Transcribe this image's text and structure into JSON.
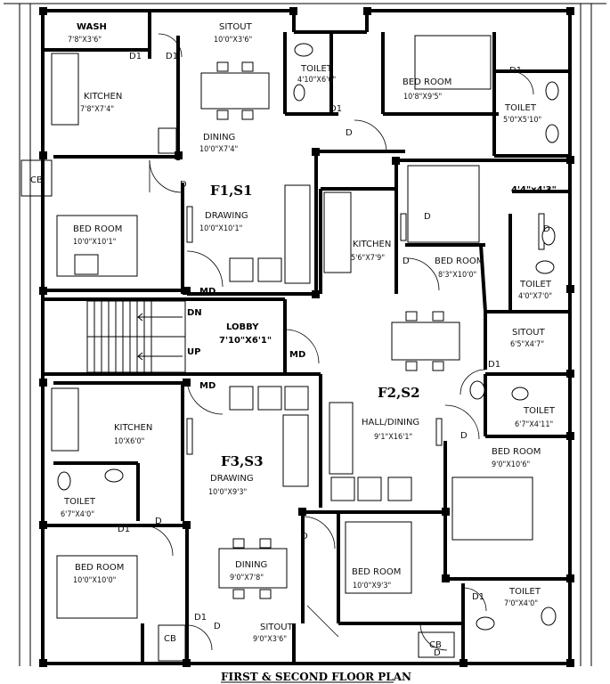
{
  "title": "FIRST & SECOND FLOOR PLAN",
  "units": {
    "f1": "F1,S1",
    "f2": "F2,S2",
    "f3": "F3,S3"
  },
  "rooms": {
    "wash": {
      "name": "WASH",
      "dim": "7'8\"X3'6\""
    },
    "sitout_top": {
      "name": "SITOUT",
      "dim": "10'0\"X3'6\""
    },
    "toilet_top": {
      "name": "TOILET",
      "dim": "4'10\"X6'0\""
    },
    "bed_top": {
      "name": "BED ROOM",
      "dim": "10'8\"X9'5\""
    },
    "toilet_tr": {
      "name": "TOILET",
      "dim": "5'0\"X5'10\""
    },
    "kitchen_f1": {
      "name": "KITCHEN",
      "dim": "7'8\"X7'4\""
    },
    "dining_f1": {
      "name": "DINING",
      "dim": "10'0\"X7'4\""
    },
    "drawing_f1": {
      "name": "DRAWING",
      "dim": "10'0\"X10'1\""
    },
    "bed_f1": {
      "name": "BED ROOM",
      "dim": "10'0\"X10'1\""
    },
    "kitchen_f2": {
      "name": "KITCHEN",
      "dim": "5'6\"X7'9\""
    },
    "bed_f2a": {
      "name": "BED ROOM",
      "dim": "8'3\"X10'0\""
    },
    "shaft": {
      "dim": "4'4\"x4'3\""
    },
    "toilet_f2a": {
      "name": "TOILET",
      "dim": "4'0\"X7'0\""
    },
    "lobby": {
      "name": "LOBBY",
      "dim": "7'10\"X6'1\""
    },
    "sitout_f2": {
      "name": "SITOUT",
      "dim": "6'5\"X4'7\""
    },
    "toilet_f2b": {
      "name": "TOILET",
      "dim": "6'7\"X4'11\""
    },
    "hall_f2": {
      "name": "HALL/DINING",
      "dim": "9'1\"X16'1\""
    },
    "bed_f2b": {
      "name": "BED ROOM",
      "dim": "9'0\"X10'6\""
    },
    "kitchen_f3": {
      "name": "KITCHEN",
      "dim": "10'X6'0\""
    },
    "drawing_f3": {
      "name": "DRAWING",
      "dim": "10'0\"X9'3\""
    },
    "toilet_f3": {
      "name": "TOILET",
      "dim": "6'7\"X4'0\""
    },
    "bed_f3": {
      "name": "BED ROOM",
      "dim": "10'0\"X10'0\""
    },
    "dining_f3": {
      "name": "DINING",
      "dim": "9'0\"X7'8\""
    },
    "sitout_f3": {
      "name": "SITOUT",
      "dim": "9'0\"X3'6\""
    },
    "bed_f2c": {
      "name": "BED ROOM",
      "dim": "10'0\"X9'3\""
    },
    "toilet_br": {
      "name": "TOILET",
      "dim": "7'0\"X4'0\""
    }
  },
  "tags": {
    "d": "D",
    "d1": "D1",
    "md": "MD",
    "cb": "CB",
    "dn": "DN",
    "up": "UP"
  }
}
